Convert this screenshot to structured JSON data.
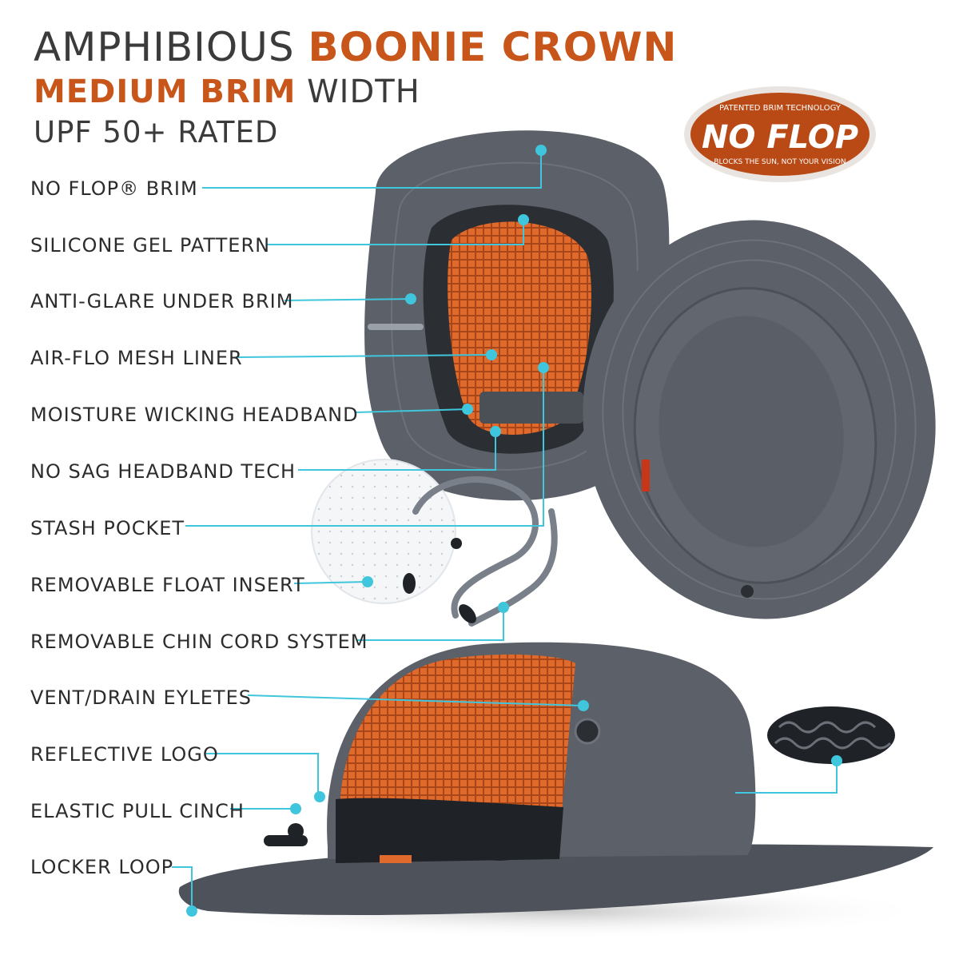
{
  "title": {
    "line1_prefix": "AMPHIBIOUS ",
    "line1_accent": "BOONIE CROWN",
    "line2_accent": "MEDIUM BRIM",
    "line2_suffix": " WIDTH",
    "line3": "UPF 50+ RATED"
  },
  "badge": {
    "top_text": "PATENTED BRIM TECHNOLOGY",
    "main_text": "NO FLOP",
    "bottom_text": "BLOCKS THE SUN, NOT YOUR VISION",
    "fill_color": "#b94a16",
    "rim_color": "#e9e4df"
  },
  "features": [
    "NO FLOP® BRIM",
    "SILICONE GEL PATTERN",
    "ANTI-GLARE UNDER BRIM",
    "AIR-FLO MESH LINER",
    "MOISTURE WICKING HEADBAND",
    "NO SAG HEADBAND TECH",
    "STASH POCKET",
    "REMOVABLE FLOAT INSERT",
    "REMOVABLE CHIN CORD SYSTEM",
    "VENT/DRAIN EYLETES",
    "REFLECTIVE LOGO",
    "ELASTIC PULL CINCH",
    "LOCKER LOOP"
  ],
  "colors": {
    "accent": "#c8561a",
    "text": "#3b3b3b",
    "callout": "#3fc6dc",
    "hat_gray": "#5b6069",
    "hat_dark": "#41454c",
    "mesh_orange": "#e06a2c"
  }
}
